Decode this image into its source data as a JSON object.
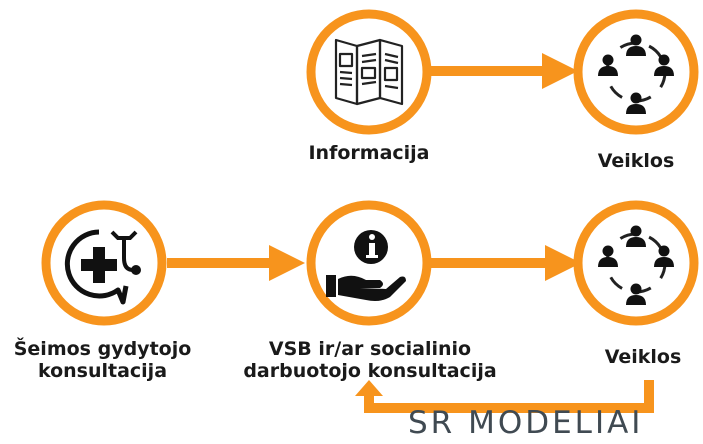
{
  "colors": {
    "accent": "#F7941D",
    "ink": "#1a1a1a",
    "footer": "#404a52"
  },
  "nodes": {
    "informacija": {
      "icon": "brochure-icon",
      "label": "Informacija"
    },
    "veiklos_top": {
      "icon": "community-icon",
      "label": "Veiklos"
    },
    "seimos": {
      "icon": "medical-chat-icon",
      "label_lines": [
        "Šeimos gydytojo",
        "konsultacija"
      ]
    },
    "vsb": {
      "icon": "info-hand-icon",
      "label_lines": [
        "VSB ir/ar socialinio",
        "darbuotojo konsultacija"
      ]
    },
    "veiklos_bottom": {
      "icon": "community-icon",
      "label": "Veiklos"
    }
  },
  "footer": {
    "title": "SR MODELIAI"
  }
}
